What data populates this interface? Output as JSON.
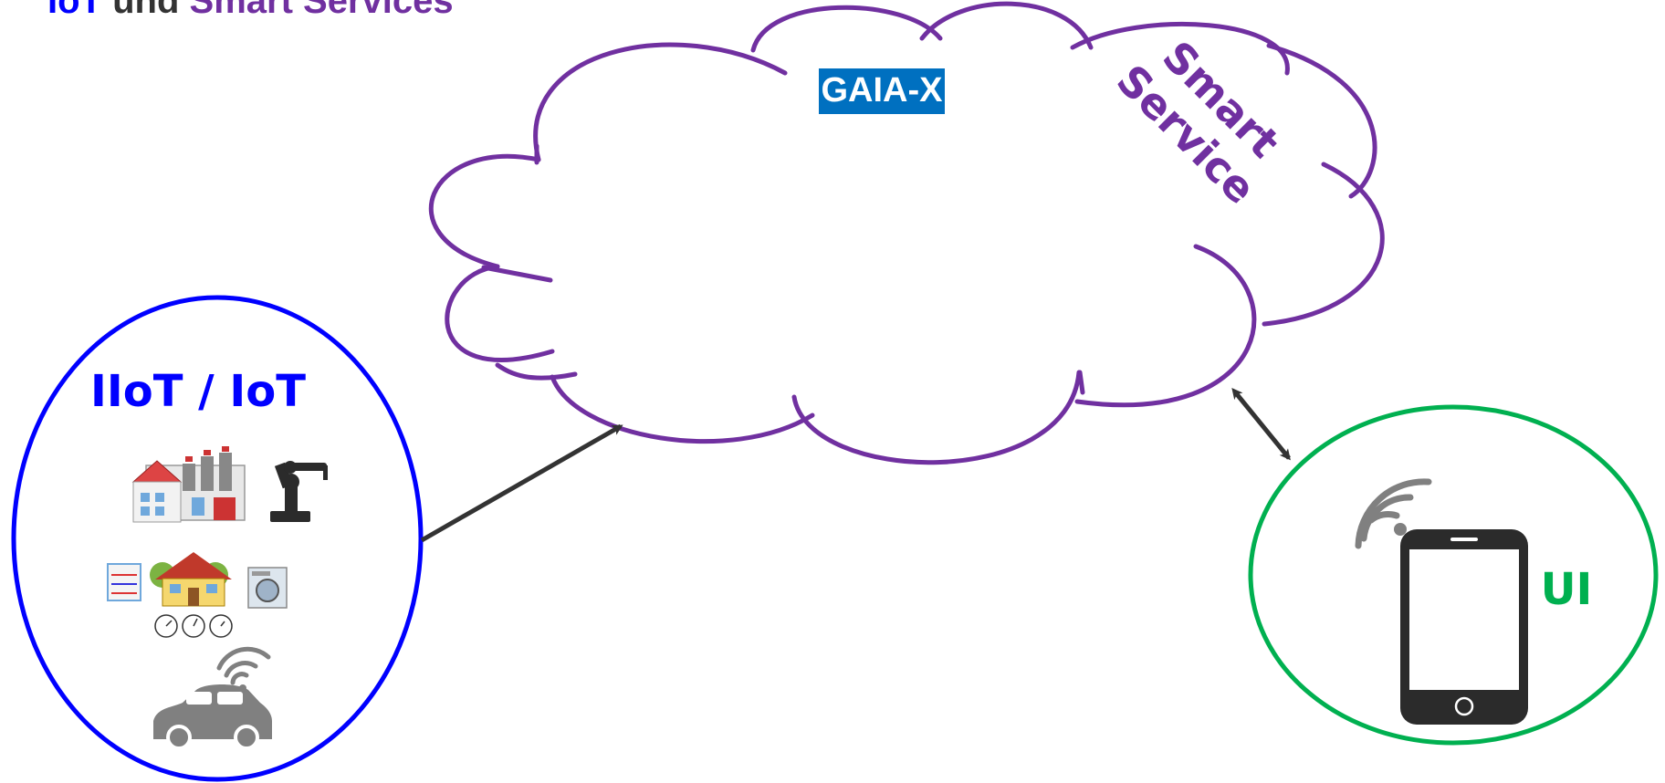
{
  "title": {
    "part1": "IoT",
    "part2": " und ",
    "part3": "Smart Services"
  },
  "cloud": {
    "gaia_label": "GAIA-X",
    "smart_service_line1": "Smart",
    "smart_service_line2": "Service"
  },
  "iot_group": {
    "label": "IIoT / IoT",
    "icons": [
      "factory-icon",
      "robot-arm-icon",
      "heat-pump-icon",
      "house-icon",
      "washing-machine-icon",
      "meters-icon",
      "connected-car-icon"
    ]
  },
  "ui_group": {
    "label": "UI",
    "icons": [
      "wifi-signal-icon",
      "smartphone-icon"
    ]
  },
  "colors": {
    "title_blue": "#0000ff",
    "title_dark": "#333333",
    "purple": "#7030a0",
    "iot_blue": "#0000ff",
    "ui_green": "#00b050",
    "gaia_bg": "#0070c0",
    "arrow": "#333333"
  }
}
